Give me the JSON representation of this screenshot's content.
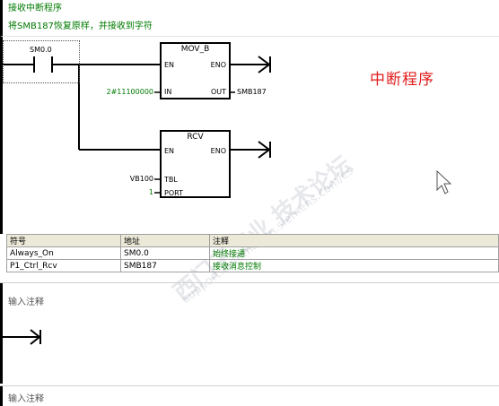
{
  "network": {
    "title": "接收中断程序",
    "comment": "将SMB187恢复原样，并接收到字符"
  },
  "contact": {
    "label": "SM0.0"
  },
  "mov_block": {
    "title": "MOV_B",
    "en": "EN",
    "eno": "ENO",
    "in": "IN",
    "out": "OUT",
    "in_value": "2#11100000",
    "out_value": "SMB187"
  },
  "rcv_block": {
    "title": "RCV",
    "en": "EN",
    "eno": "ENO",
    "tbl": "TBL",
    "port": "PORT",
    "tbl_value": "VB100",
    "port_value": "1"
  },
  "annotation": {
    "text": "中断程序"
  },
  "symbol_table": {
    "headers": [
      "符号",
      "地址",
      "注释"
    ],
    "rows": [
      [
        "Always_On",
        "SM0.0",
        "始终接通"
      ],
      [
        "P1_Ctrl_Rcv",
        "SMB187",
        "接收消息控制"
      ]
    ]
  },
  "network2": {
    "comment_placeholder": "输入注释"
  },
  "network3": {
    "comment_placeholder": "输入注释"
  },
  "colors": {
    "comment_green": "#007a00",
    "annotation_red": "#e01b1b"
  }
}
